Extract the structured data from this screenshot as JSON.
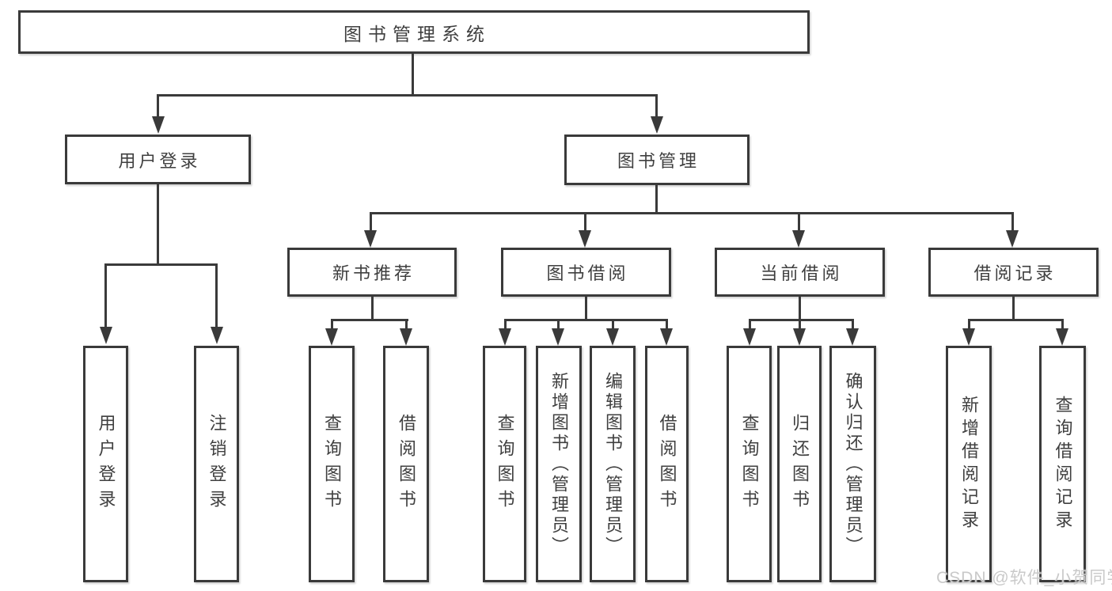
{
  "diagram": {
    "root": {
      "label": "图书管理系统"
    },
    "level1": [
      {
        "id": "user-login",
        "label": "用户登录"
      },
      {
        "id": "book-management",
        "label": "图书管理"
      }
    ],
    "level2": [
      {
        "id": "new-book-recommend",
        "label": "新书推荐",
        "parent": "图书管理"
      },
      {
        "id": "book-borrow",
        "label": "图书借阅",
        "parent": "图书管理"
      },
      {
        "id": "current-borrow",
        "label": "当前借阅",
        "parent": "图书管理"
      },
      {
        "id": "borrow-record",
        "label": "借阅记录",
        "parent": "图书管理"
      }
    ],
    "leaves": [
      {
        "label": "用户登录",
        "parent": "用户登录"
      },
      {
        "label": "注销登录",
        "parent": "用户登录"
      },
      {
        "label": "查询图书",
        "parent": "新书推荐"
      },
      {
        "label": "借阅图书",
        "parent": "新书推荐"
      },
      {
        "label": "查询图书",
        "parent": "图书借阅"
      },
      {
        "label": "新增图书（管理员）",
        "parent": "图书借阅"
      },
      {
        "label": "编辑图书（管理员）",
        "parent": "图书借阅"
      },
      {
        "label": "借阅图书",
        "parent": "图书借阅"
      },
      {
        "label": "查询图书",
        "parent": "当前借阅"
      },
      {
        "label": "归还图书",
        "parent": "当前借阅"
      },
      {
        "label": "确认归还（管理员）",
        "parent": "当前借阅"
      },
      {
        "label": "新增借阅记录",
        "parent": "借阅记录"
      },
      {
        "label": "查询借阅记录",
        "parent": "借阅记录"
      }
    ],
    "watermark": "CSDN @软件_小贺同学",
    "colors": {
      "line": "#3a3a3a",
      "text": "#3f3f3f",
      "background": "#ffffff",
      "watermark": "#c9c9c9"
    }
  }
}
